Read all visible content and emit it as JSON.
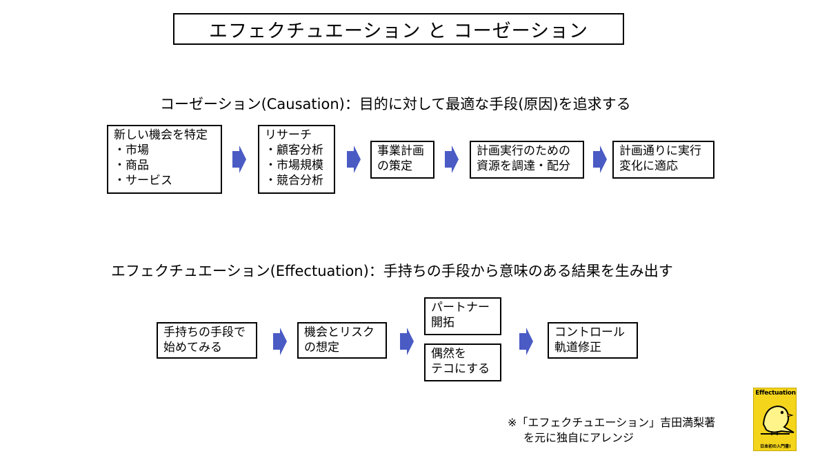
{
  "title": "エフェクチュエーション と コーゼーション",
  "causation": {
    "heading": "コーゼーション(Causation)：目的に対して最適な手段(原因)を追求する",
    "steps": [
      {
        "lines": [
          "新しい機会を特定",
          "・市場",
          "・商品",
          "・サービス"
        ]
      },
      {
        "lines": [
          "リサーチ",
          "・顧客分析",
          "・市場規模",
          "・競合分析"
        ]
      },
      {
        "lines": [
          "事業計画",
          "の策定"
        ]
      },
      {
        "lines": [
          "計画実行のための",
          "資源を調達・配分"
        ]
      },
      {
        "lines": [
          "計画通りに実行",
          "変化に適応"
        ]
      }
    ]
  },
  "effectuation": {
    "heading": "エフェクチュエーション(Effectuation)：手持ちの手段から意味のある結果を生み出す",
    "steps": [
      {
        "lines": [
          "手持ちの手段で",
          "始めてみる"
        ]
      },
      {
        "lines": [
          "機会とリスク",
          "の想定"
        ]
      },
      {
        "lines": [
          "パートナー",
          "開拓"
        ]
      },
      {
        "lines": [
          "偶然を",
          "テコにする"
        ]
      },
      {
        "lines": [
          "コントロール",
          "軌道修正"
        ]
      }
    ]
  },
  "note": {
    "line1": "※「エフェクチュエーション」吉田満梨著",
    "line2": "を元に独自にアレンジ"
  },
  "book": {
    "title": "Effectuation",
    "subtitle": "日本初の入門書!",
    "cover_color": "#f4d51c",
    "bird_color": "#f4d51c"
  },
  "colors": {
    "arrow": "#4a5bc4",
    "border": "#000000"
  }
}
